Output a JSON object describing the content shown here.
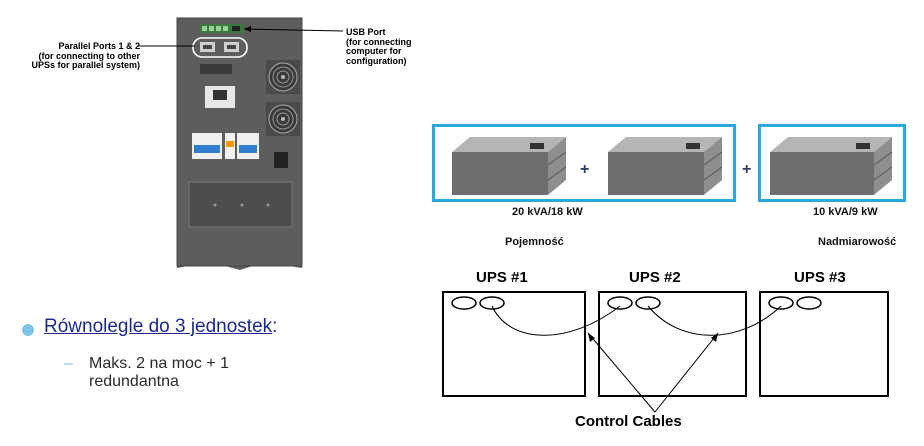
{
  "rear_panel": {
    "parallel_ports_label": "Parallel Ports 1 & 2\n(for connecting to other\nUPSs for parallel system)",
    "usb_port_label": "USB Port\n(for connecting\ncomputer for\nconfiguration)"
  },
  "bullet": {
    "main_text": "Równolegle do 3 jednostek",
    "colon": ":",
    "sub_dash": "–",
    "sub_text": "Maks. 2 na moc + 1\nredundantna"
  },
  "config": {
    "plus_1": "+",
    "plus_2": "+",
    "capacity_value": "20 kVA/18 kW",
    "redundancy_value": "10 kVA/9 kW",
    "capacity_caption": "Pojemność",
    "redundancy_caption": "Nadmiarowość"
  },
  "wiring": {
    "ups1": "UPS #1",
    "ups2": "UPS #2",
    "ups3": "UPS #3",
    "control_cables": "Control Cables"
  },
  "colors": {
    "accent_border": "#29a8dd",
    "bullet_dot": "#7fc4e8",
    "bullet_text": "#1b2a8c"
  }
}
